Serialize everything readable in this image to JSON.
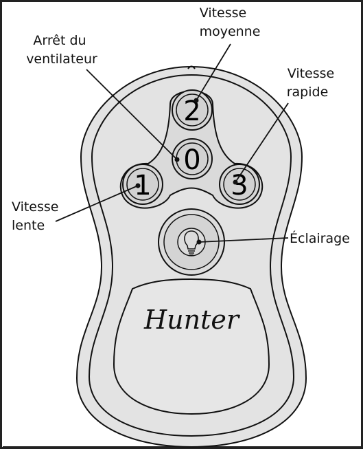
{
  "labels": {
    "speed_medium": [
      "Vitesse",
      "moyenne"
    ],
    "fan_off": [
      "Arrêt du",
      "ventilateur"
    ],
    "speed_high": [
      "Vitesse",
      "rapide"
    ],
    "speed_low": [
      "Vitesse",
      "lente"
    ],
    "light": "Éclairage"
  },
  "buttons": {
    "off": "0",
    "low": "1",
    "medium": "2",
    "high": "3"
  },
  "brand": "Hunter",
  "colors": {
    "remote_fill": "#e3e3e3",
    "button_fill": "#d6d6d6",
    "outline": "#111111",
    "frame": "#222222"
  }
}
